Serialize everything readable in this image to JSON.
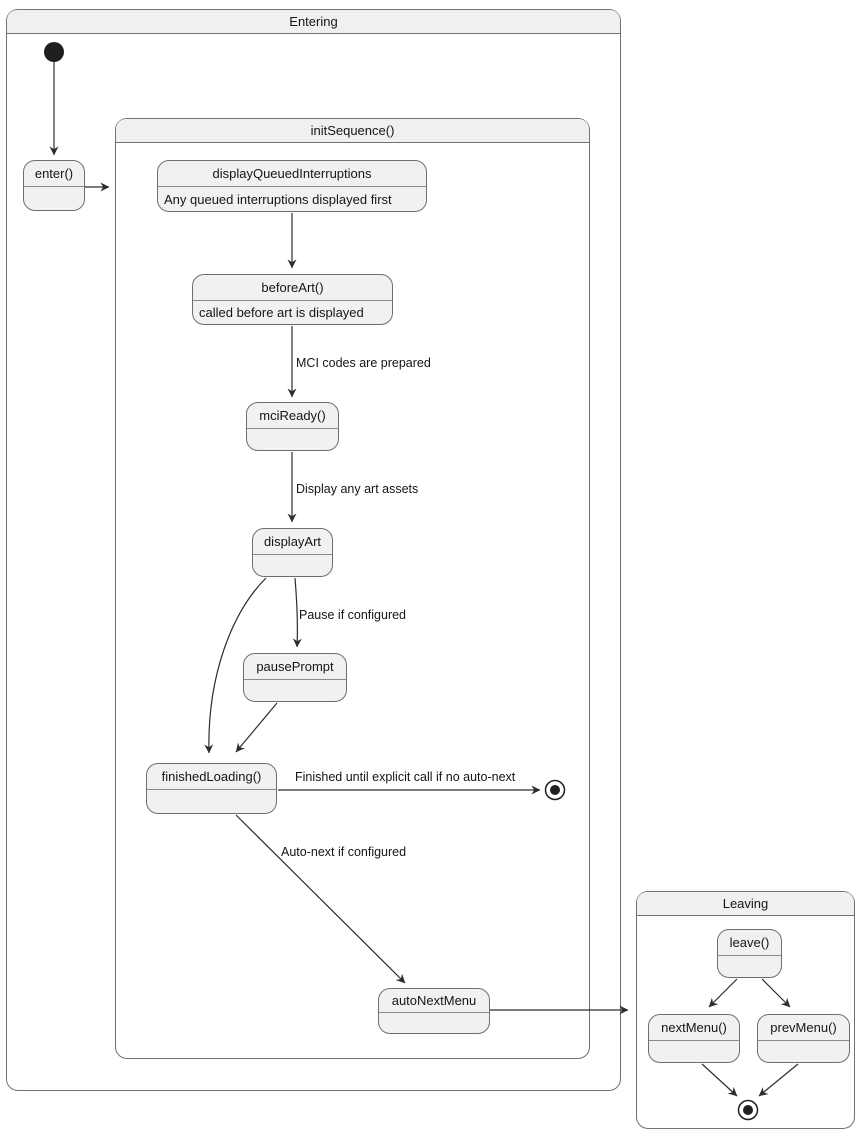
{
  "diagram_type": "uml-state-diagram",
  "containers": {
    "entering": {
      "title": "Entering"
    },
    "init_sequence": {
      "title": "initSequence()"
    },
    "leaving": {
      "title": "Leaving"
    }
  },
  "states": {
    "enter": {
      "title": "enter()"
    },
    "display_queued_interruptions": {
      "title": "displayQueuedInterruptions",
      "note": "Any queued interruptions displayed first"
    },
    "before_art": {
      "title": "beforeArt()",
      "note": "called before art is displayed"
    },
    "mci_ready": {
      "title": "mciReady()"
    },
    "display_art": {
      "title": "displayArt"
    },
    "pause_prompt": {
      "title": "pausePrompt"
    },
    "finished_loading": {
      "title": "finishedLoading()"
    },
    "auto_next_menu": {
      "title": "autoNextMenu"
    },
    "leave": {
      "title": "leave()"
    },
    "next_menu": {
      "title": "nextMenu()"
    },
    "prev_menu": {
      "title": "prevMenu()"
    }
  },
  "edge_labels": {
    "mci_codes_prepared": "MCI codes are prepared",
    "display_any_art_assets": "Display any art assets",
    "pause_if_configured": "Pause if configured",
    "finished_until_explicit_call": "Finished until explicit call if no auto-next",
    "auto_next_if_configured": "Auto-next if configured"
  },
  "colors": {
    "state_fill": "#f1f1f1",
    "state_border": "#6e6e6e",
    "container_header_fill": "#f0f0f0",
    "container_border": "#717171",
    "arrow_line": "#2d2d2d",
    "terminal_dot": "#1f1f1f",
    "text": "#151515",
    "background": "#ffffff"
  }
}
